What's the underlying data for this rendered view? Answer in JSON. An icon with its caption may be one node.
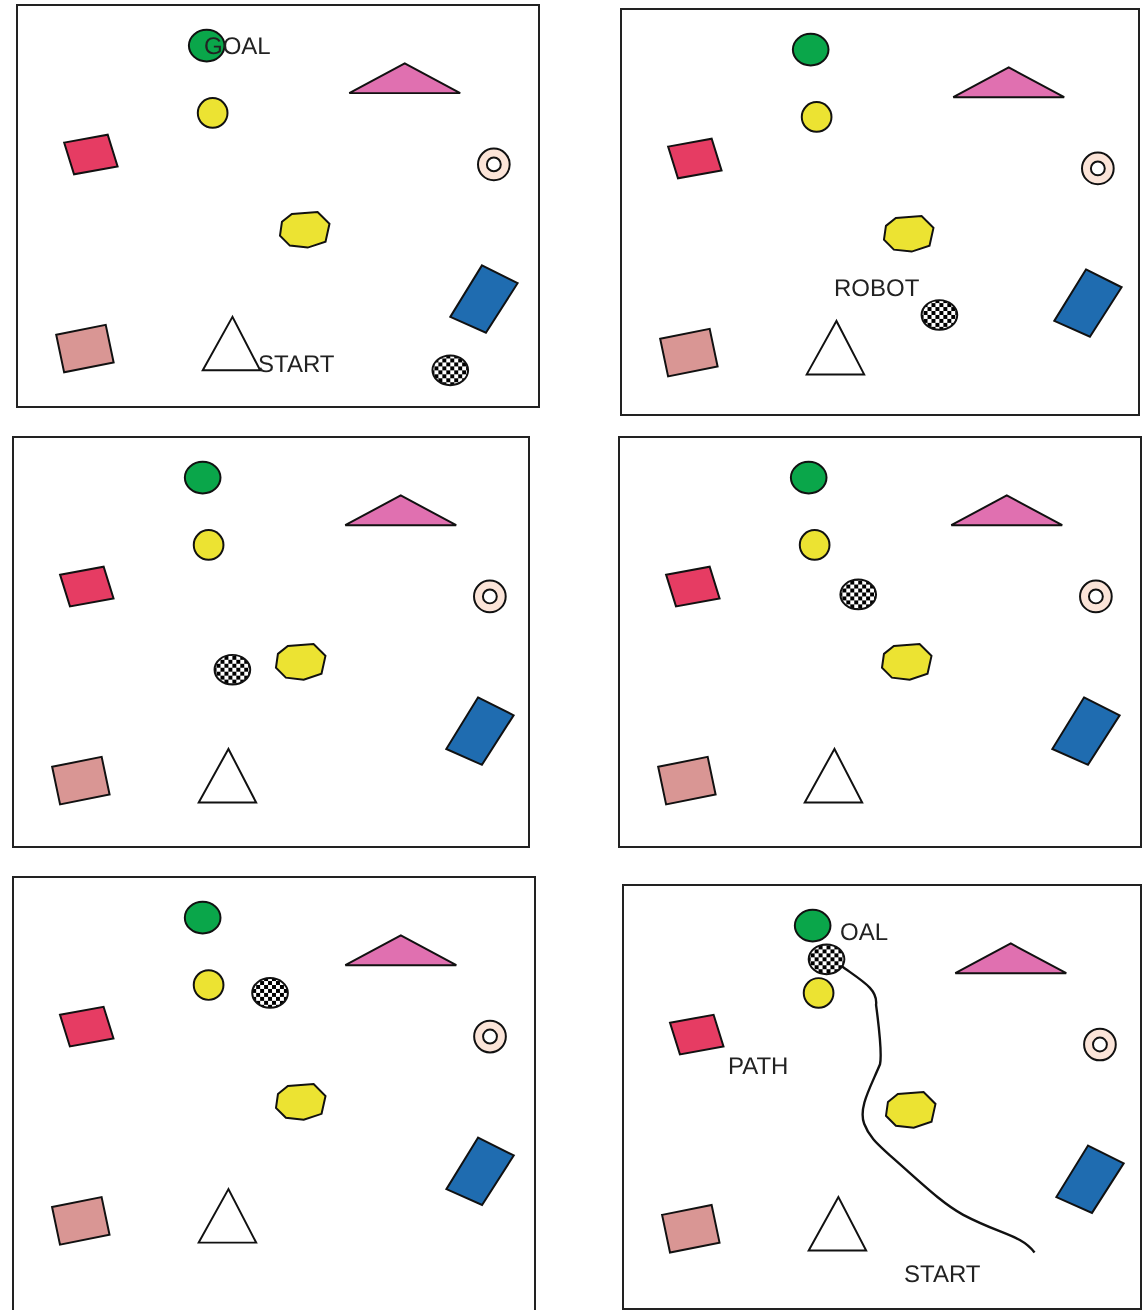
{
  "diagram": {
    "labels": [
      "GOAL",
      "START",
      "ROBOT",
      "OAL",
      "PATH",
      "START"
    ]
  }
}
